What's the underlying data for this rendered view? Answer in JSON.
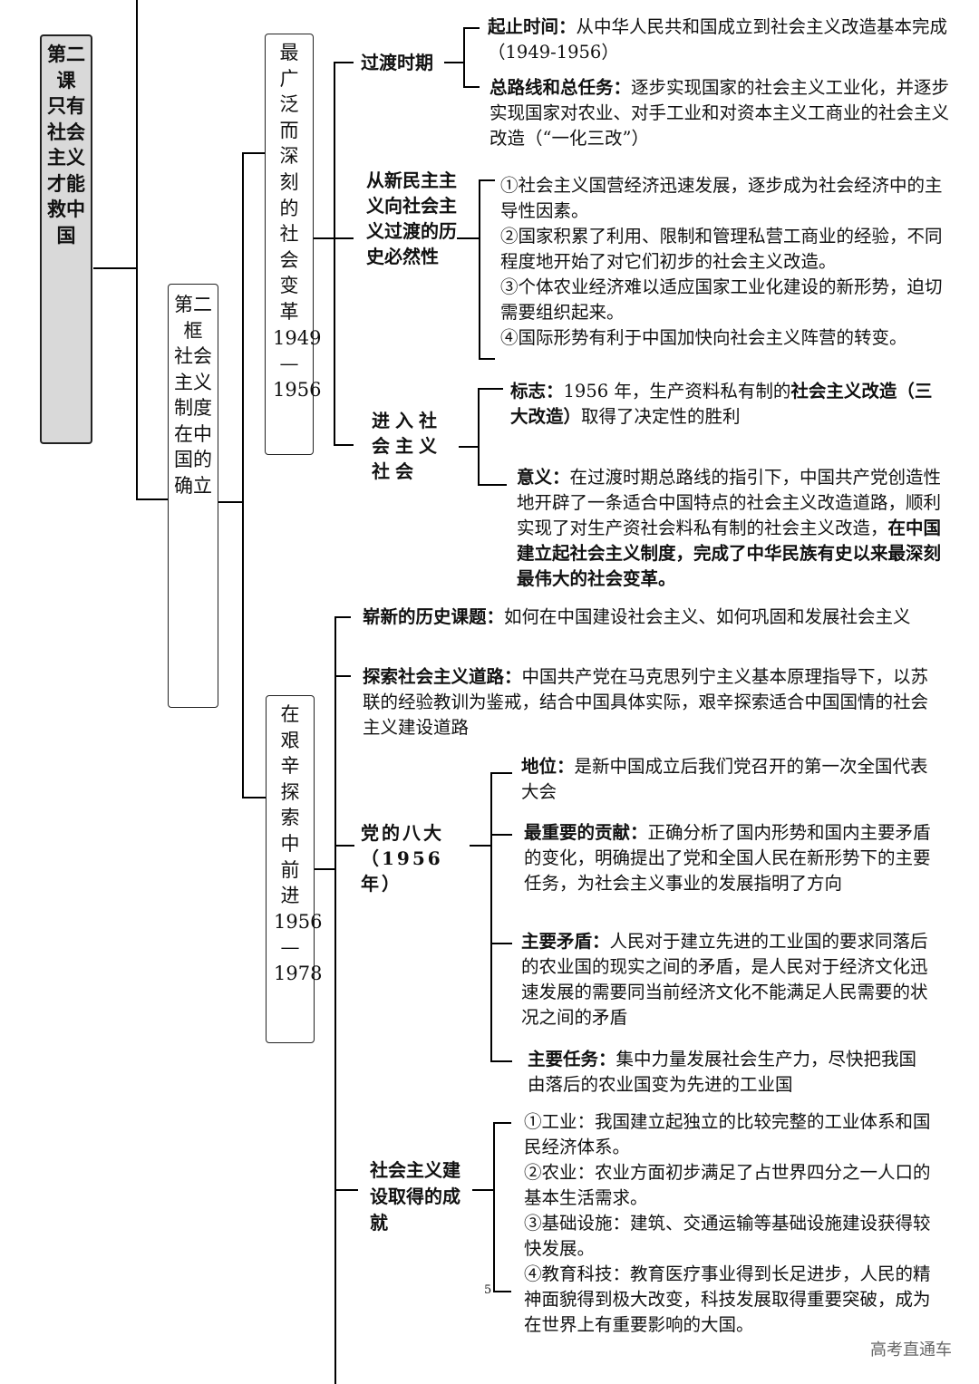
{
  "lesson": {
    "title": "第二课 只有社会主义才能救中国"
  },
  "section": {
    "title": "第二框 社会主义制度在中国的确立"
  },
  "topic1": {
    "title": "最广泛而深刻的社会变革1949—1956",
    "transition": {
      "label": "过渡时期",
      "period_term": "起止时间：",
      "period_text": "从中华人民共和国成立到社会主义改造基本完成（1949-1956）",
      "line_term": "总路线和总任务：",
      "line_text": "逐步实现国家的社会主义工业化，并逐步实现国家对农业、对手工业和对资本主义工商业的社会主义改造（“一化三改”）"
    },
    "necessity": {
      "label": "从新民主主义向社会主义过渡的历史必然性",
      "items": [
        "①社会主义国营经济迅速发展，逐步成为社会经济中的主导性因素。",
        "②国家积累了利用、限制和管理私营工商业的经验，不同程度地开始了对它们初步的社会主义改造。",
        "③个体农业经济难以适应国家工业化建设的新形势，迫切需要组织起来。",
        "④国际形势有利于中国加快向社会主义阵营的转变。"
      ]
    },
    "enter": {
      "label": "进入社会主义社会",
      "sign_term": "标志：",
      "sign_text": "1956 年，生产资料私有制的",
      "sign_bold": "社会主义改造（三大改造）",
      "sign_end": "取得了决定性的胜利",
      "meaning_term": "意义：",
      "meaning_text": "在过渡时期总路线的指引下，中国共产党创造性地开辟了一条适合中国特点的社会主义改造道路，顺利实现了对生产资社会料私有制的社会主义改造，",
      "meaning_bold": "在中国建立起社会主义制度，完成了中华民族有史以来最深刻最伟大的社会变革。"
    }
  },
  "topic2": {
    "title": "在艰辛探索中前进1956—1978",
    "subject_term": "崭新的历史课题：",
    "subject_text": "如何在中国建设社会主义、如何巩固和发展社会主义",
    "explore_term": "探索社会主义道路：",
    "explore_text": "中国共产党在马克思列宁主义基本原理指导下，以苏联的经验教训为鉴戒，结合中国具体实际，艰辛探索适合中国国情的社会主义建设道路",
    "congress": {
      "label": "党的八大（1956年）",
      "status_term": "地位：",
      "status_text": "是新中国成立后我们党召开的第一次全国代表大会",
      "contribution_term": "最重要的贡献：",
      "contribution_text": "正确分析了国内形势和国内主要矛盾的变化，明确提出了党和全国人民在新形势下的主要任务，为社会主义事业的发展指明了方向",
      "contradiction_term": "主要矛盾：",
      "contradiction_text": "人民对于建立先进的工业国的要求同落后的农业国的现实之间的矛盾，是人民对于经济文化迅速发展的需要同当前经济文化不能满足人民需要的状况之间的矛盾",
      "task_term": "主要任务：",
      "task_text": "集中力量发展社会生产力，尽快把我国由落后的农业国变为先进的工业国"
    },
    "achievements": {
      "label": "社会主义建设取得的成就",
      "items": [
        "①工业：我国建立起独立的比较完整的工业体系和国民经济体系。",
        "②农业：农业方面初步满足了占世界四分之一人口的基本生活需求。",
        "③基础设施：建筑、交通运输等基础设施建设获得较快发展。",
        "④教育科技：教育医疗事业得到长足进步，人民的精神面貌得到极大改变，科技发展取得重要突破，成为在世界上有重要影响的大国。"
      ]
    }
  },
  "page_number": "5",
  "watermark": "高考直通车"
}
